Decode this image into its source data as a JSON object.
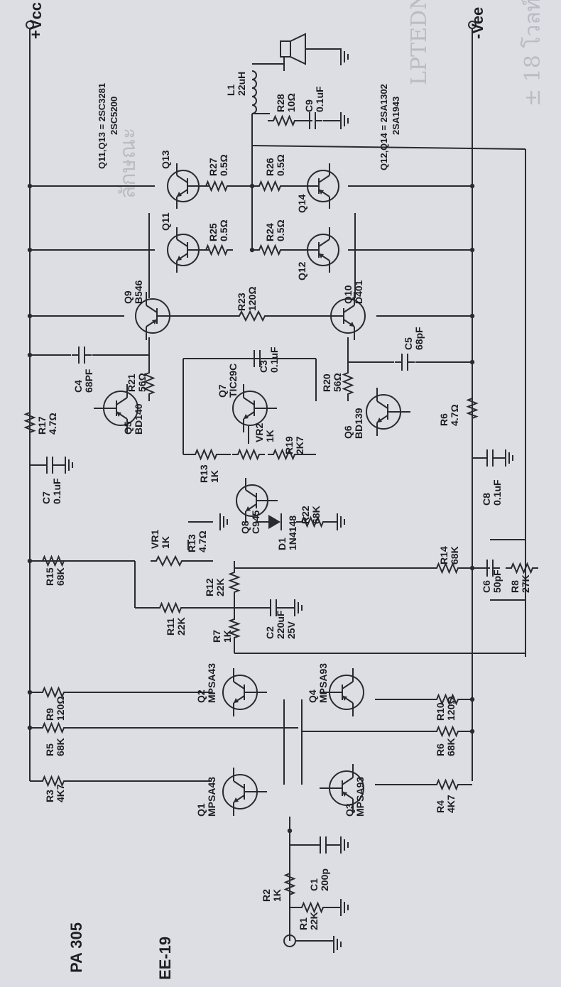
{
  "rails": {
    "vcc": "+Vcc",
    "vee": "-Vee"
  },
  "notes": {
    "npn_line1": "Q11,Q13 = 2SC3281",
    "npn_line2": "2SC5200",
    "pnp_line1": "Q12,Q14 = 2SA1302",
    "pnp_line2": "2SA1943",
    "model": "PA 305",
    "code": "EE-19"
  },
  "bg": {
    "t1": "LPTEDNEEOM",
    "t2": "± 18 โวลท์",
    "t3": "ลักษณะ"
  },
  "parts": {
    "Q1": [
      "Q1",
      "MPSA43"
    ],
    "Q2": [
      "Q2",
      "MPSA43"
    ],
    "Q3": [
      "Q3",
      "MPSA93"
    ],
    "Q4": [
      "Q4",
      "MPSA93"
    ],
    "Q5": [
      "Q5",
      "BD140"
    ],
    "Q6": [
      "Q6",
      "BD139"
    ],
    "Q7": [
      "Q7",
      "TIC29C"
    ],
    "Q8": [
      "Q8",
      "C945"
    ],
    "Q9": [
      "Q9",
      "B546"
    ],
    "Q10": [
      "Q10",
      "D401"
    ],
    "Q11": [
      "Q11",
      ""
    ],
    "Q12": [
      "Q12",
      ""
    ],
    "Q13": [
      "Q13",
      ""
    ],
    "Q14": [
      "Q14",
      ""
    ],
    "R1": [
      "R1",
      "22K"
    ],
    "R2": [
      "R2",
      "1K"
    ],
    "R3": [
      "R3",
      "4K7"
    ],
    "R4": [
      "R4",
      "4K7"
    ],
    "R5": [
      "R5",
      "68K"
    ],
    "R6a": [
      "R6",
      "68K"
    ],
    "R6b": [
      "R6",
      "4.7Ω"
    ],
    "R7": [
      "R7",
      "1K"
    ],
    "R8": [
      "R8",
      "27K"
    ],
    "R9": [
      "R9",
      "120Ω"
    ],
    "R10": [
      "R10",
      "120Ω"
    ],
    "R11": [
      "R11",
      "22K"
    ],
    "R12": [
      "R12",
      "22K"
    ],
    "R13a": [
      "R13",
      "4.7Ω"
    ],
    "R13b": [
      "R13",
      "1K"
    ],
    "R14": [
      "R14",
      "68K"
    ],
    "R15": [
      "R15",
      "68K"
    ],
    "R17": [
      "R17",
      "4.7Ω"
    ],
    "R19": [
      "R19",
      "2K7"
    ],
    "R20": [
      "R20",
      "56Ω"
    ],
    "R21": [
      "R21",
      "56Ω"
    ],
    "R22": [
      "R22",
      "68K"
    ],
    "R23": [
      "R23",
      "120Ω"
    ],
    "R24": [
      "R24",
      "0.5Ω"
    ],
    "R25": [
      "R25",
      "0.5Ω"
    ],
    "R26": [
      "R26",
      "0.5Ω"
    ],
    "R27": [
      "R27",
      "0.5Ω"
    ],
    "R28": [
      "R28",
      "10Ω"
    ],
    "C1": [
      "C1",
      "200p"
    ],
    "C2": [
      "C2",
      "220uF",
      "25V"
    ],
    "C3": [
      "C3",
      "0.1uF"
    ],
    "C4": [
      "C4",
      "68PF"
    ],
    "C5": [
      "C5",
      "68pF"
    ],
    "C6": [
      "C6",
      "50pF"
    ],
    "C7": [
      "C7",
      "0.1uF"
    ],
    "C8": [
      "C8",
      "0.1uF"
    ],
    "C9": [
      "C9",
      "0.1uF"
    ],
    "L1": [
      "L1",
      "22uH"
    ],
    "D1": [
      "D1",
      "1N4148"
    ],
    "VR1": [
      "VR1",
      "1K"
    ],
    "VR2": [
      "VR2",
      "1K"
    ]
  }
}
